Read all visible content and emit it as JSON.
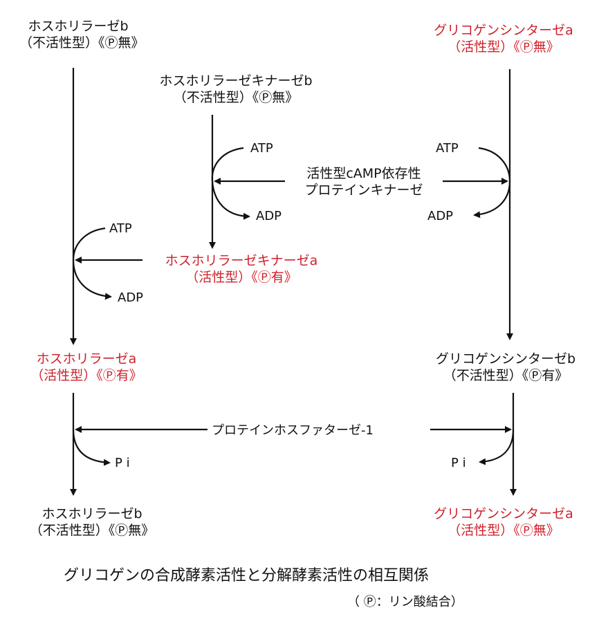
{
  "nodes": {
    "phosphorylase_b_top": {
      "line1": "ホスホリラーゼb",
      "line2": "（不活性型）《Ⓟ無》"
    },
    "synthase_a_top": {
      "line1": "グリコゲンシンターゼa",
      "line2": "（活性型）《Ⓟ無》"
    },
    "kinase_b": {
      "line1": "ホスホリラーゼキナーゼb",
      "line2": "（不活性型）《Ⓟ無》"
    },
    "kinase_a": {
      "line1": "ホスホリラーゼキナーゼa",
      "line2": "（活性型）《Ⓟ有》"
    },
    "phosphorylase_a": {
      "line1": "ホスホリラーゼa",
      "line2": "（活性型）《Ⓟ有》"
    },
    "synthase_b": {
      "line1": "グリコゲンシンターゼb",
      "line2": "（不活性型）《Ⓟ有》"
    },
    "phosphorylase_b_bottom": {
      "line1": "ホスホリラーゼb",
      "line2": "（不活性型）《Ⓟ無》"
    },
    "synthase_a_bottom": {
      "line1": "グリコゲンシンターゼa",
      "line2": "（活性型）《Ⓟ無》"
    }
  },
  "enzymes": {
    "pka": {
      "line1": "活性型cAMP依存性",
      "line2": "プロテインキナーゼ"
    },
    "pp1": "プロテインホスファターゼ-1"
  },
  "cofactors": {
    "atp": "ATP",
    "adp": "ADP",
    "pi": "P i"
  },
  "caption": {
    "title": "グリコゲンの合成酵素活性と分解酵素活性の相互関係",
    "note": "（ Ⓟ：リン酸結合）"
  },
  "colors": {
    "active": "#d0202b",
    "inactive": "#111111"
  }
}
